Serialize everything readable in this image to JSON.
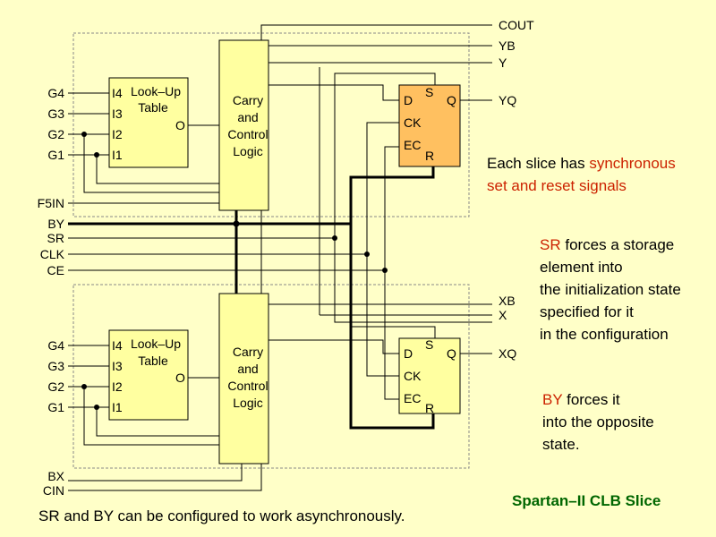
{
  "colors": {
    "background": "#FFFFC8",
    "block_fill": "#FFFFA0",
    "ff_top_fill": "#FFC060",
    "highlight": "#CC2200",
    "caption": "#006600"
  },
  "inputs": {
    "g4": "G4",
    "g3": "G3",
    "g2": "G2",
    "g1": "G1",
    "f5in": "F5IN",
    "by": "BY",
    "sr": "SR",
    "clk": "CLK",
    "ce": "CE",
    "bx": "BX",
    "cin": "CIN"
  },
  "outputs": {
    "cout": "COUT",
    "yb": "YB",
    "y": "Y",
    "yq": "YQ",
    "xb": "XB",
    "x": "X",
    "xq": "XQ"
  },
  "lut": {
    "line1": "Look–Up",
    "line2": "Table",
    "i4": "I4",
    "i3": "I3",
    "i2": "I2",
    "i1": "I1",
    "o": "O"
  },
  "carry": {
    "line1": "Carry",
    "line2": "and",
    "line3": "Control",
    "line4": "Logic"
  },
  "ff": {
    "d": "D",
    "s": "S",
    "q": "Q",
    "ck": "CK",
    "ec": "EC",
    "r": "R"
  },
  "notes": {
    "sync_pre": "Each slice has ",
    "sync_hl": "synchronous",
    "sync_line2": "set and reset signals",
    "sr_hl": "SR",
    "sr_line1": " forces a storage",
    "sr_line2": "element into",
    "sr_line3": "the initialization state",
    "sr_line4": "specified for it",
    "sr_line5": "in the configuration",
    "by_hl": "BY",
    "by_line1": " forces it",
    "by_line2": "into the opposite",
    "by_line3": "state."
  },
  "caption": "Spartan–II CLB Slice",
  "footer": "SR and BY can be configured to work asynchronously."
}
